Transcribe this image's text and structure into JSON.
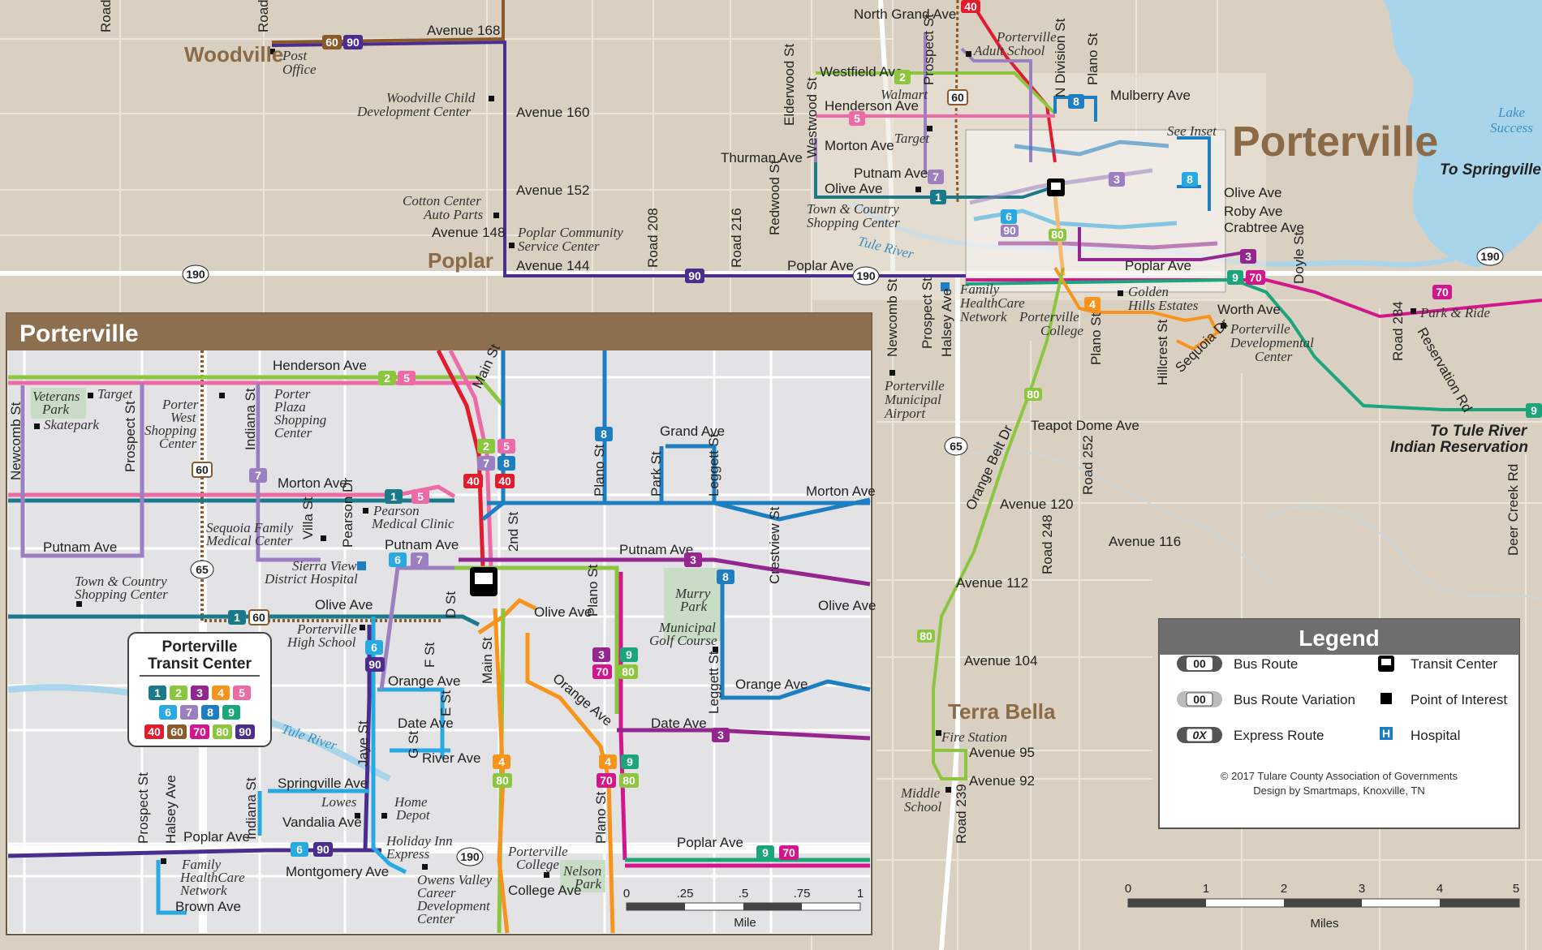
{
  "main_map": {
    "city_title": "Porterville",
    "see_inset": "See Inset",
    "towns": {
      "woodville": "Woodville",
      "poplar": "Poplar",
      "terra_bella": "Terra Bella"
    },
    "directions": {
      "springville": "To Springville",
      "tule_reservation_line1": "To Tule River",
      "tule_reservation_line2": "Indian Reservation"
    },
    "water": {
      "lake_line1": "Lake",
      "lake_line2": "Success",
      "tule_river": "Tule River"
    },
    "roads": {
      "road_a": "Road",
      "road_b": "Road",
      "avenue_168": "Avenue 168",
      "avenue_160": "Avenue 160",
      "avenue_152": "Avenue 152",
      "avenue_148": "Avenue 148",
      "avenue_144": "Avenue 144",
      "road_208": "Road 208",
      "road_216": "Road 216",
      "poplar_ave": "Poplar Ave",
      "north_grand_ave": "North Grand Ave",
      "westfield_ave": "Westfield Ave",
      "henderson_ave": "Henderson Ave",
      "morton_ave": "Morton Ave",
      "thurman_ave": "Thurman Ave",
      "putnam_ave": "Putnam Ave",
      "olive_ave": "Olive Ave",
      "elderwood_st": "Elderwood St",
      "westwood_st": "Westwood St",
      "redwood_st": "Redwood St",
      "prospect_st": "Prospect St",
      "n_division_st": "N Division St",
      "plano_st": "Plano St",
      "mulberry_ave": "Mulberry Ave",
      "olive_ave_e": "Olive Ave",
      "roby_ave": "Roby Ave",
      "crabtree_ave": "Crabtree Ave",
      "doyle_st": "Doyle St",
      "poplar_ave_e": "Poplar Ave",
      "worth_ave": "Worth Ave",
      "newcomb_st": "Newcomb St",
      "prospect_st_s": "Prospect St",
      "halsey_ave": "Halsey Ave",
      "plano_st_s": "Plano St",
      "hillcrest_st": "Hillcrest St",
      "sequoia_dr": "Sequoia Dr",
      "road_284": "Road 284",
      "reservation_rd": "Reservation Rd",
      "teapot_dome_ave": "Teapot Dome Ave",
      "road_252": "Road 252",
      "orange_belt_dr": "Orange Belt Dr",
      "avenue_120": "Avenue 120",
      "road_248": "Road 248",
      "avenue_116": "Avenue 116",
      "avenue_112": "Avenue 112",
      "avenue_104": "Avenue 104",
      "avenue_95": "Avenue 95",
      "avenue_92": "Avenue 92",
      "road_239": "Road 239",
      "deer_creek_rd": "Deer Creek Rd"
    },
    "pois": {
      "post_office_1": "Post",
      "post_office_2": "Office",
      "child_dev_1": "Woodville Child",
      "child_dev_2": "Development Center",
      "cotton_1": "Cotton Center",
      "cotton_2": "Auto Parts",
      "poplar_comm_1": "Poplar Community",
      "poplar_comm_2": "Service Center",
      "adult_school_1": "Porterville",
      "adult_school_2": "Adult School",
      "walmart": "Walmart",
      "target": "Target",
      "tc_shopping_1": "Town & Country",
      "tc_shopping_2": "Shopping Center",
      "fhc_1": "Family",
      "fhc_2": "HealthCare",
      "fhc_3": "Network",
      "pc_1": "Porterville",
      "pc_2": "College",
      "golden_1": "Golden",
      "golden_2": "Hills Estates",
      "pdc_1": "Porterville",
      "pdc_2": "Developmental",
      "pdc_3": "Center",
      "park_ride": "Park & Ride",
      "airport_1": "Porterville",
      "airport_2": "Municipal",
      "airport_3": "Airport",
      "fire_station": "Fire Station",
      "middle_1": "Middle",
      "middle_2": "School"
    }
  },
  "inset": {
    "title": "Porterville",
    "roads": {
      "henderson_ave": "Henderson Ave",
      "main_st": "Main St",
      "grand_ave": "Grand Ave",
      "plano_st": "Plano St",
      "park_st": "Park St",
      "leggett_st": "Leggett St",
      "morton_ave": "Morton Ave",
      "morton_ave_e": "Morton Ave",
      "newcomb_st": "Newcomb St",
      "prospect_st": "Prospect St",
      "indiana_st": "Indiana St",
      "villa_st": "Villa St",
      "pearson_dr": "Pearson Dr",
      "putnam_ave": "Putnam Ave",
      "putnam_ave_c": "Putnam Ave",
      "putnam_ave_e": "Putnam Ave",
      "second_st": "2nd St",
      "crestview_st": "Crestview St",
      "olive_ave": "Olive Ave",
      "olive_ave_c": "Olive Ave",
      "olive_ave_e": "Olive Ave",
      "d_st": "D St",
      "f_st": "F St",
      "e_st": "E St",
      "g_st": "G St",
      "main_st_s": "Main St",
      "plano_st_c": "Plano St",
      "orange_ave": "Orange Ave",
      "orange_ave_c": "Orange Ave",
      "orange_ave_e": "Orange Ave",
      "date_ave": "Date Ave",
      "date_ave_e": "Date Ave",
      "river_ave": "River Ave",
      "jaye_st": "Jaye St",
      "springville_ave": "Springville Ave",
      "vandalia_ave": "Vandalia Ave",
      "indiana_st_s": "Indiana St",
      "prospect_st_s": "Prospect St",
      "halsey_ave": "Halsey Ave",
      "poplar_ave": "Poplar Ave",
      "poplar_ave_e": "Poplar Ave",
      "montgomery_ave": "Montgomery Ave",
      "brown_ave": "Brown Ave",
      "college_ave": "College Ave",
      "plano_st_s": "Plano St",
      "leggett_st_s": "Leggett St"
    },
    "pois": {
      "veterans_1": "Veterans",
      "veterans_2": "Park",
      "target": "Target",
      "skatepark": "Skatepark",
      "pws_1": "Porter",
      "pws_2": "West",
      "pws_3": "Shopping",
      "pws_4": "Center",
      "ppsc_1": "Porter",
      "ppsc_2": "Plaza",
      "ppsc_3": "Shopping",
      "ppsc_4": "Center",
      "pmc_1": "Pearson",
      "pmc_2": "Medical Clinic",
      "sfmc_1": "Sequoia Family",
      "sfmc_2": "Medical Center",
      "svdh_1": "Sierra View",
      "svdh_2": "District Hospital",
      "tcsc_1": "Town & Country",
      "tcsc_2": "Shopping Center",
      "phs_1": "Porterville",
      "phs_2": "High School",
      "murry_1": "Murry",
      "murry_2": "Park",
      "mgc_1": "Municipal",
      "mgc_2": "Golf Course",
      "tule_river": "Tule River",
      "lowes": "Lowes",
      "home_1": "Home",
      "home_2": "Depot",
      "hie_1": "Holiday Inn",
      "hie_2": "Express",
      "ovcdc_1": "Owens Valley",
      "ovcdc_2": "Career",
      "ovcdc_3": "Development",
      "ovcdc_4": "Center",
      "fhn_1": "Family",
      "fhn_2": "HealthCare",
      "fhn_3": "Network",
      "pc_1": "Porterville",
      "pc_2": "College",
      "nelson_1": "Nelson",
      "nelson_2": "Park"
    },
    "transit_center": {
      "title_line1": "Porterville",
      "title_line2": "Transit Center"
    },
    "scale": {
      "ticks": [
        "0",
        ".25",
        ".5",
        ".75",
        "1"
      ],
      "unit": "Mile"
    }
  },
  "legend": {
    "title": "Legend",
    "bus_route": "Bus Route",
    "bus_route_variation": "Bus Route Variation",
    "express_route": "Express Route",
    "transit_center": "Transit Center",
    "point_of_interest": "Point of Interest",
    "hospital": "Hospital",
    "sample_route": "00",
    "sample_express": "0X",
    "hospital_symbol": "H",
    "credit_line1": "© 2017 Tulare County Association of Governments",
    "credit_line2": "Design by Smartmaps, Knoxville, TN"
  },
  "scale": {
    "ticks": [
      "0",
      "1",
      "2",
      "3",
      "4",
      "5"
    ],
    "unit": "Miles"
  },
  "highways": {
    "h190": "190",
    "h65": "65"
  },
  "route_colors": {
    "1": "#1b7a8a",
    "2": "#8cc63f",
    "3": "#93278f",
    "4": "#f7941d",
    "5": "#ec6aa5",
    "6": "#29a9e1",
    "7": "#9b7fc1",
    "8": "#1d7ec1",
    "9": "#1aa57b",
    "40": "#e21b2d",
    "60": "#8b5a2b",
    "70": "#d3168b",
    "80": "#8cc63f",
    "90": "#4b2d8f"
  },
  "transit_center_routes": [
    "1",
    "2",
    "3",
    "4",
    "5",
    "6",
    "7",
    "8",
    "9",
    "40",
    "60",
    "70",
    "80",
    "90"
  ],
  "badges": {
    "b60_woodville": "60",
    "b90_woodville": "90",
    "b90_poplar": "90",
    "b190_a": "190",
    "b190_b": "190",
    "b2_main": "2",
    "b5_main": "5",
    "b60_main": "60",
    "b7_main": "7",
    "b1_main": "1",
    "b3_main": "3",
    "b8_main": "8",
    "b6_main": "6",
    "b90_main": "90",
    "b80_main": "80",
    "b8_mulb": "8",
    "b40_top": "40",
    "b9_main": "9",
    "b70_main": "70",
    "b3_east": "3",
    "b4_main": "4",
    "b70_east": "70",
    "b9_east": "9",
    "b80_south1": "80",
    "b80_south2": "80",
    "b65_main": "65",
    "i2": "2",
    "i5": "5",
    "i60": "60",
    "i7": "7",
    "i2b": "2",
    "i5b": "5",
    "i7b": "7",
    "i8b": "8",
    "i40a": "40",
    "i40b": "40",
    "i1a": "1",
    "i5c": "5",
    "i8c": "8",
    "i6a": "6",
    "i7c": "7",
    "i3a": "3",
    "i8d": "8",
    "i1b": "1",
    "i60b": "60",
    "i6b": "6",
    "i90a": "90",
    "i3b": "3",
    "i9a": "9",
    "i70a": "70",
    "i80a": "80",
    "i3c": "3",
    "i4a": "4",
    "i80b": "80",
    "i4b": "4",
    "i9b": "9",
    "i70b": "70",
    "i80c": "80",
    "i6c": "6",
    "i90b": "90",
    "i9c": "9",
    "i70c": "70",
    "i65": "65",
    "i190": "190"
  }
}
